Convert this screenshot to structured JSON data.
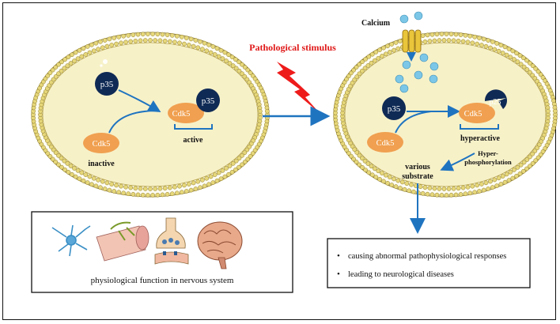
{
  "colors": {
    "cell_fill": "#f7f1c8",
    "membrane_bead": "#e6d77a",
    "membrane_edge": "#8c7a2a",
    "cdk5": "#f0a050",
    "p35": "#0f2a55",
    "arrow": "#1f74c0",
    "stimulus_text": "#e01818",
    "lightning": "#ee1b1b",
    "calcium": "#7cc7e8"
  },
  "left_cell": {
    "p35_label": "p35",
    "cdk5_inactive_label": "Cdk5",
    "inactive_label": "inactive",
    "complex_cdk5_label": "Cdk5",
    "complex_p35_label": "p35",
    "active_label": "active"
  },
  "stimulus": {
    "label": "Pathological stimulus",
    "icon": "lightning-bolt-icon"
  },
  "right_cell": {
    "calcium_label": "Calcium",
    "p35_label": "p35",
    "cdk5_label": "Cdk5",
    "complex_cdk5_label": "Cdk5",
    "complex_p25_label": "p25",
    "hyperactive_label": "hyperactive",
    "hyper_label_line1": "Hyper-",
    "hyper_label_line2": "phosphorylation",
    "substrate_line1": "various",
    "substrate_line2": "substrate"
  },
  "physiology_box": {
    "caption": "physiological function in nervous system",
    "icons": [
      "neuron-icon",
      "muscle-fiber-icon",
      "synapse-icon",
      "brain-icon"
    ]
  },
  "outcome_box": {
    "items": [
      "causing abnormal pathophysiological responses",
      "leading to neurological diseases"
    ]
  }
}
